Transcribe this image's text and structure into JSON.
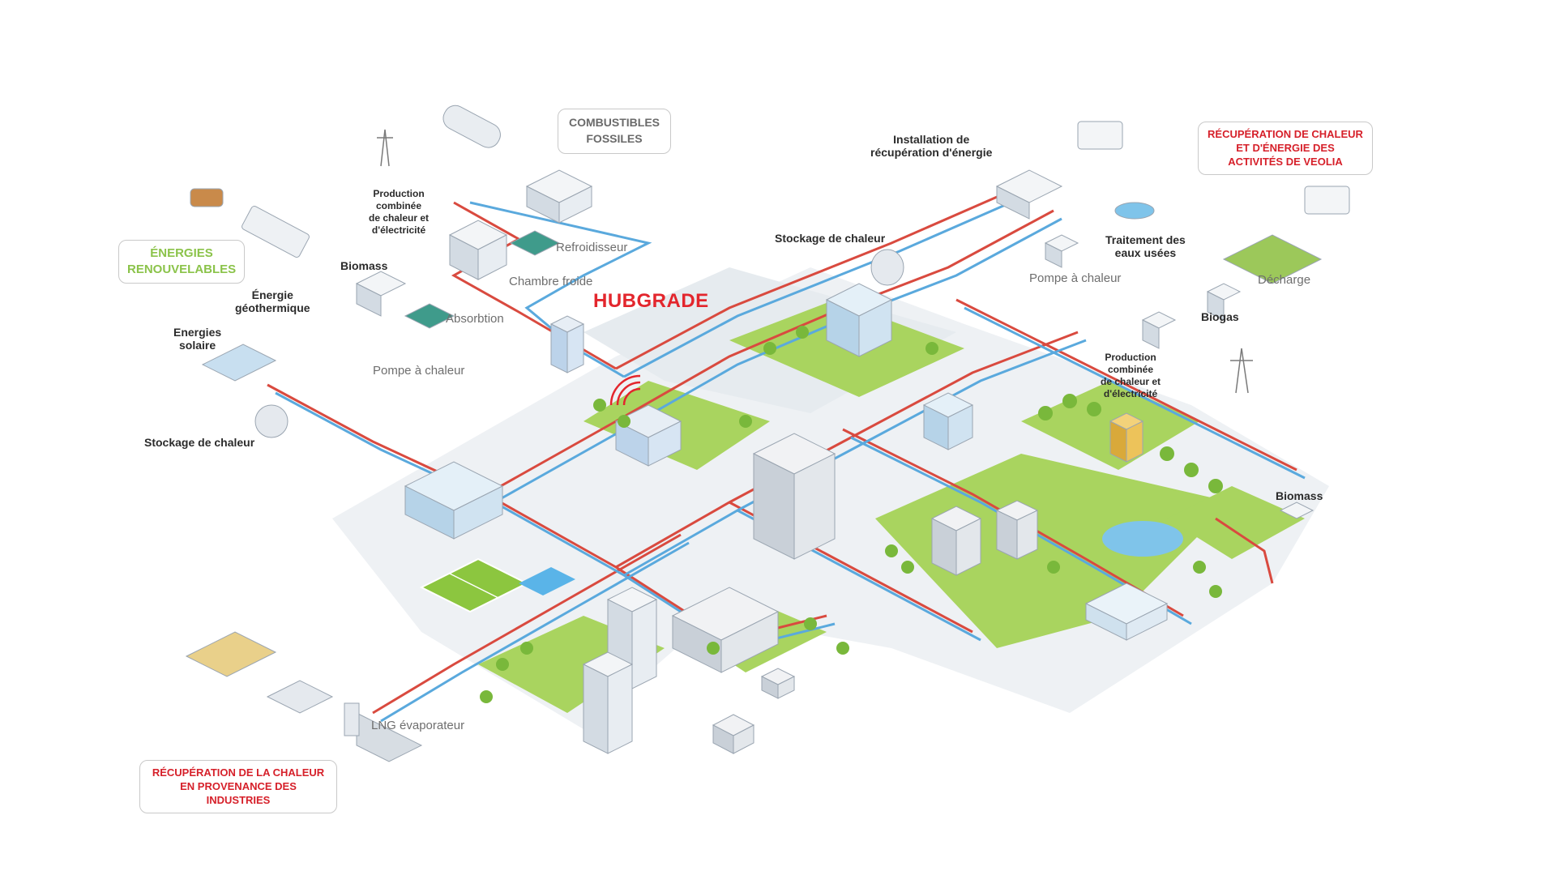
{
  "hubgrade": "HUBGRADE",
  "boxes": {
    "fossiles": "COMBUSTIBLES\nFOSSILES",
    "renouvelables": "ÉNERGIES\nRENOUVELABLES",
    "veolia": "RÉCUPÉRATION DE CHALEUR\nET D'ÉNERGIE DES\nACTIVITÉS DE VEOLIA",
    "industries": "RÉCUPÉRATION DE LA CHALEUR\nEN PROVENANCE DES INDUSTRIES"
  },
  "labels": {
    "production_left": "Production\ncombinée\nde chaleur et\nd'électricité",
    "refroidisseur": "Refroidisseur",
    "chambre_froide": "Chambre froide",
    "absorbtion": "Absorbtion",
    "pompe_left": "Pompe à chaleur",
    "biomass_left": "Biomass",
    "geothermique": "Énergie\ngéothermique",
    "solaire": "Energies\nsolaire",
    "stockage_left": "Stockage de chaleur",
    "stockage_top": "Stockage de chaleur",
    "installation": "Installation de\nrécupération d'énergie",
    "traitement": "Traitement des\neaux usées",
    "pompe_right": "Pompe à chaleur",
    "decharge": "Décharge",
    "biogas": "Biogas",
    "production_right": "Production\ncombinée\nde chaleur et\nd'électricité",
    "biomass_right": "Biomass",
    "lng": "LNG évaporateur"
  },
  "colors": {
    "hot_pipe": "#d94a3f",
    "cold_pipe": "#5aa9dd",
    "ground": "#eef1f4",
    "park": "#a9d45f",
    "accent_red": "#d6202a",
    "accent_green": "#8bc34a"
  }
}
